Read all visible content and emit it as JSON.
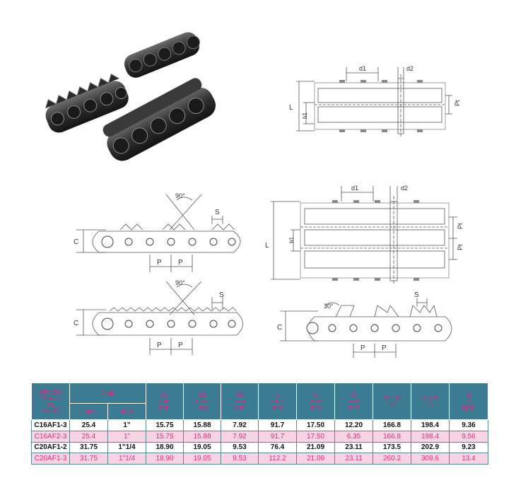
{
  "colors": {
    "table_header_bg": "#3c7c92",
    "table_header_text": "#e0287e",
    "table_row_light_bg": "#f6d4e4",
    "table_row_light_text": "#e0287e",
    "drawing_line": "#555555"
  },
  "drawings": {
    "top_plan": {
      "d1": "d1",
      "d2": "d2",
      "L": "L",
      "b1": "b1",
      "Pt": "Pt"
    },
    "mid_plan": {
      "d1": "d1",
      "d2": "d2",
      "L": "L",
      "b1": "b1",
      "Pt1": "Pt",
      "Pt2": "Pt"
    },
    "side_top": {
      "angle": "90°",
      "C": "C",
      "S": "S",
      "P1": "P",
      "P2": "P"
    },
    "side_bottom": {
      "angle": "90°",
      "C": "C",
      "S": "S",
      "P1": "P",
      "P2": "P"
    },
    "side_right": {
      "angle": "30°",
      "C": "C",
      "S": "S",
      "P1": "P",
      "P2": "P"
    }
  },
  "table": {
    "headers": {
      "chain": [
        "DIN ISO",
        "Chain",
        "No.",
        "CHJC"
      ],
      "pitch": "Pitch",
      "pitch_mm": "mm",
      "pitch_inch": "inch",
      "b1": [
        "b1",
        "min",
        "mm"
      ],
      "d1": [
        "d1",
        "max",
        "mm"
      ],
      "d2": [
        "d2",
        "max",
        "mm"
      ],
      "L": [
        "L",
        "max",
        "mm"
      ],
      "C": [
        "C",
        "mom",
        "mm"
      ],
      "S": [
        "S",
        "mom",
        "mm"
      ],
      "uts": [
        "U.T.S",
        "KN"
      ],
      "ats": [
        "A.T.S",
        "KN"
      ],
      "q": [
        "q",
        "≈",
        "kg/m"
      ]
    },
    "rows": [
      {
        "style": "bold",
        "cells": [
          "C16AF1-3",
          "25.4",
          "1\"",
          "15.75",
          "15.88",
          "7.92",
          "91.7",
          "17.50",
          "12.20",
          "166.8",
          "198.4",
          "9.36"
        ]
      },
      {
        "style": "light",
        "cells": [
          "C16AF2-3",
          "25.4",
          "1\"",
          "15.75",
          "15.88",
          "7.92",
          "91.7",
          "17.50",
          "6.35",
          "166.8",
          "198.4",
          "9.56"
        ]
      },
      {
        "style": "bold",
        "cells": [
          "C20AF1-2",
          "31.75",
          "1\"1/4",
          "18.90",
          "19.05",
          "9.53",
          "76.4",
          "21.09",
          "23.11",
          "173.5",
          "202.9",
          "9.23"
        ]
      },
      {
        "style": "light",
        "cells": [
          "C20AF1-3",
          "31.75",
          "1\"1/4",
          "18.90",
          "19.05",
          "9.53",
          "112.2",
          "21.09",
          "23.11",
          "260.2",
          "309.6",
          "13.4"
        ]
      }
    ]
  }
}
